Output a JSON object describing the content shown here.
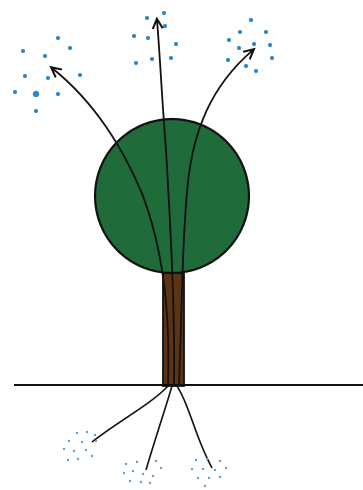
{
  "diagram": {
    "subject": "tree-water-transport",
    "colors": {
      "background": "#ffffff",
      "canopy": "#1f6b3a",
      "trunk": "#5b3416",
      "outline": "#111111",
      "vapor_dots": "#2a86c8",
      "soil_dots": "#5aa0d6",
      "ground_line": "#111111"
    },
    "components": [
      {
        "name": "canopy",
        "shape": "circle"
      },
      {
        "name": "trunk",
        "shape": "rectangle"
      },
      {
        "name": "ground",
        "shape": "line"
      },
      {
        "name": "water-paths",
        "shape": "curves",
        "count": 3,
        "direction": "roots-to-air",
        "arrowheads": true
      },
      {
        "name": "root-paths",
        "shape": "curves",
        "count": 3
      },
      {
        "name": "water-vapor-clusters",
        "count": 3,
        "location": "above-canopy"
      },
      {
        "name": "soil-water-clusters",
        "count": 3,
        "location": "below-ground"
      }
    ]
  }
}
